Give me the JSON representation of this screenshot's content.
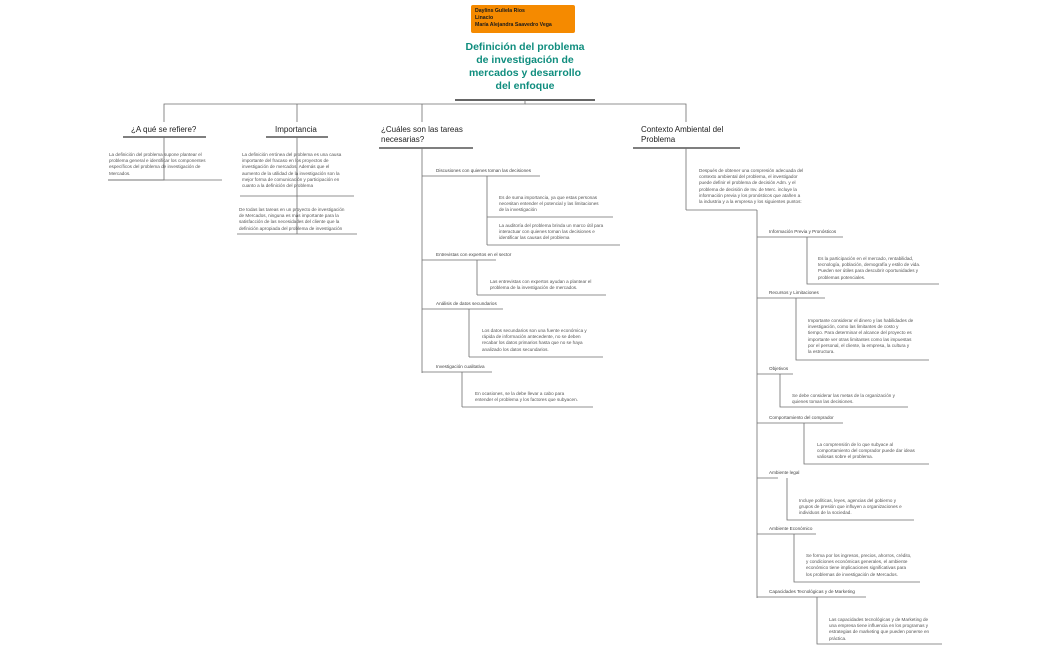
{
  "authors": [
    "Daylins Guliela Rios",
    "Linacio",
    "María Alejandra Saavedro Vega"
  ],
  "central_title": [
    "Definición del problema",
    "de investigación de",
    "mercados y desarrollo",
    "del enfoque"
  ],
  "branches": {
    "a_que": {
      "title": [
        "¿A qué se refiere?"
      ],
      "note": [
        "La definición del problema supone plantear el",
        "problema general e identificar los componentes",
        "específicos del problema de investigación de",
        "Mercados."
      ]
    },
    "importancia": {
      "title": [
        "Importancia"
      ],
      "note1": [
        "La definición errónea del problema es una causa",
        "importante del fracaso en los proyectos de",
        "investigación de mercados. Además que el",
        "aumento de la utilidad de la investigación son la",
        "mejor forma de comunicación y participación en",
        "cuanto a la definición del problema"
      ],
      "note2": [
        "De todas las tareas en un proyecto de investigación",
        "de Mercados, ninguna es más importante para la",
        "satisfacción de las necesidades del cliente que la",
        "definición apropiada del problema de investigación"
      ]
    },
    "tareas": {
      "title": [
        "¿Cuáles son las tareas",
        "necesarias?"
      ],
      "sub1": "Discusiones con quienes toman las decisiones",
      "sub1_note1": [
        "Es de suma importancia, ya que estas personas",
        "necesitan entender el potencial y las limitaciones",
        "de la investigación"
      ],
      "sub1_note2": [
        "La auditoría del problema brinda un marco útil para",
        "interactuar con quienes toman las decisiones e",
        "identificar las causas del problema"
      ],
      "sub2": "Entrevistas con expertos en el sector",
      "sub2_note": [
        "Las entrevistas con expertos ayudan a plantear el",
        "problema de la investigación de mercados."
      ],
      "sub3": "Análisis de datos secundarios",
      "sub3_note": [
        "Los datos secundarios son una fuente económica y",
        "rápida de información antecedente, no se deben",
        "recabar los datos primarios hasta que no se haya",
        "analizado los datos secundarios."
      ],
      "sub4": "Investigación cualitativa",
      "sub4_note": [
        "En ocasiones, se la debe llevar a cabo para",
        "entender el problema y los factores que subyacen."
      ]
    },
    "contexto": {
      "title": [
        "Contexto Ambiental del",
        "Problema"
      ],
      "note": [
        "Después de obtener una compresión adecuada del",
        "contexto ambiental del problema, el investigador",
        "puede definir el problema de decisión Adm. y el",
        "problema de decisión de Inv. de Merc. incluye la",
        "información previa y los pronósticos que atañen a",
        "la industria y a la empresa y los siguientes puntos:"
      ],
      "items": [
        {
          "label": "Información Previa y Pronósticos",
          "note": [
            "Es la participación en el mercado, rentabilidad,",
            "tecnología, población, demografía y estilo de vida.",
            "Pueden ser útiles para descubrir oportunidades y",
            "problemas potenciales."
          ]
        },
        {
          "label": "Recursos y Limitaciones",
          "note": [
            "Importante considerar el dinero y las habilidades de",
            "investigación, como las limitantes de costo y",
            "tiempo. Para determinar el alcance del proyecto es",
            "importante ver otras limitantes como las impuestas",
            "por el personal, el cliente, la empresa, la cultura y",
            "la estructura."
          ]
        },
        {
          "label": "Objetivos",
          "note": [
            "Se debe considerar las metas de la organización y",
            "quienes toman las decisiones."
          ]
        },
        {
          "label": "Comportamiento del comprador",
          "note": [
            "La comprensión de lo que subyace al",
            "comportamiento del comprador puede dar ideas",
            "valiosas sobre el problema."
          ]
        },
        {
          "label": "Ambiente legal",
          "note": [
            "Incluye políticas, leyes, agencias del gobierno y",
            "grupos de presión que influyen a organizaciones e",
            "individuos de la sociedad."
          ]
        },
        {
          "label": "Ambiente Económico",
          "note": [
            "Se forma por los ingresos, precios, ahorros, crédito,",
            "y condiciones económicas generales, el ambiente",
            "económico tiene implicaciones significativas para",
            "los problemas de investigación de Mercados."
          ]
        },
        {
          "label": "Capacidades Tecnológicas y de Marketing",
          "note": [
            "Las capacidades tecnológicas y de Marketing de",
            "una empresa tiene influencia en los programas y",
            "estrategias de marketing que pueden ponerse en",
            "práctica."
          ]
        }
      ]
    }
  }
}
